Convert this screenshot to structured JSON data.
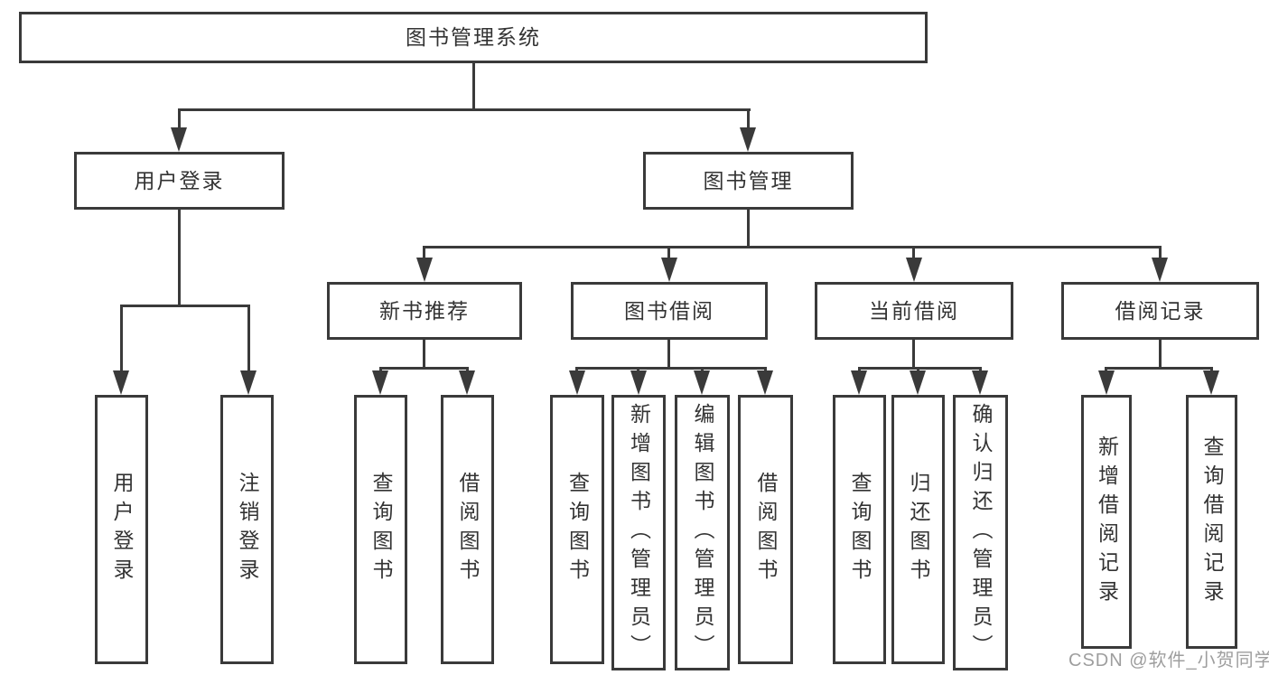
{
  "diagram": {
    "root": {
      "label": "图书管理系统"
    },
    "level2": [
      {
        "label": "用户登录",
        "children": [
          {
            "label": "用户登录"
          },
          {
            "label": "注销登录"
          }
        ]
      },
      {
        "label": "图书管理",
        "children": [
          {
            "label": "新书推荐",
            "children": [
              {
                "label": "查询图书"
              },
              {
                "label": "借阅图书"
              }
            ]
          },
          {
            "label": "图书借阅",
            "children": [
              {
                "label": "查询图书"
              },
              {
                "label": "新增图书（管理员）"
              },
              {
                "label": "编辑图书（管理员）"
              },
              {
                "label": "借阅图书"
              }
            ]
          },
          {
            "label": "当前借阅",
            "children": [
              {
                "label": "查询图书"
              },
              {
                "label": "归还图书"
              },
              {
                "label": "确认归还（管理员）"
              }
            ]
          },
          {
            "label": "借阅记录",
            "children": [
              {
                "label": "新增借阅记录"
              },
              {
                "label": "查询借阅记录"
              }
            ]
          }
        ]
      }
    ]
  },
  "watermark": {
    "text": "CSDN @软件_小贺同学"
  },
  "colors": {
    "stroke": "#3a3a3a",
    "text": "#333333",
    "background": "#ffffff",
    "watermark": "#9e9e9e"
  }
}
